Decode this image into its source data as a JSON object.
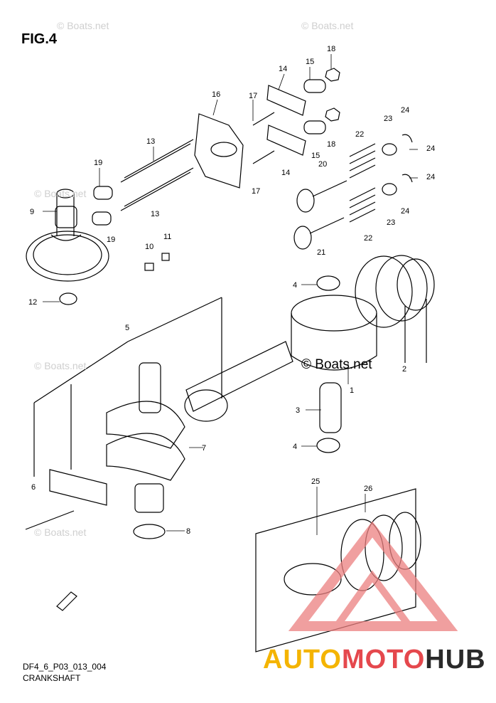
{
  "figure": {
    "title": "FIG.4",
    "code": "DF4_6_P03_013_004",
    "name": "CRANKSHAFT"
  },
  "watermark": {
    "text": "© Boats.net"
  },
  "brand": {
    "part1": "AUTO",
    "part2": "MOTO",
    "part3": "HUB"
  },
  "callouts": [
    "1",
    "2",
    "3",
    "4",
    "4",
    "5",
    "6",
    "7",
    "8",
    "9",
    "10",
    "11",
    "12",
    "13",
    "13",
    "14",
    "14",
    "15",
    "15",
    "16",
    "17",
    "17",
    "18",
    "18",
    "19",
    "19",
    "20",
    "21",
    "22",
    "22",
    "23",
    "23",
    "24",
    "24",
    "24",
    "24",
    "25",
    "26"
  ],
  "colors": {
    "line": "#000000",
    "brand_yellow": "#f4b400",
    "brand_red": "#e5484d",
    "brand_dark": "#2a2a2a",
    "watermark": "#cfcfcf"
  }
}
